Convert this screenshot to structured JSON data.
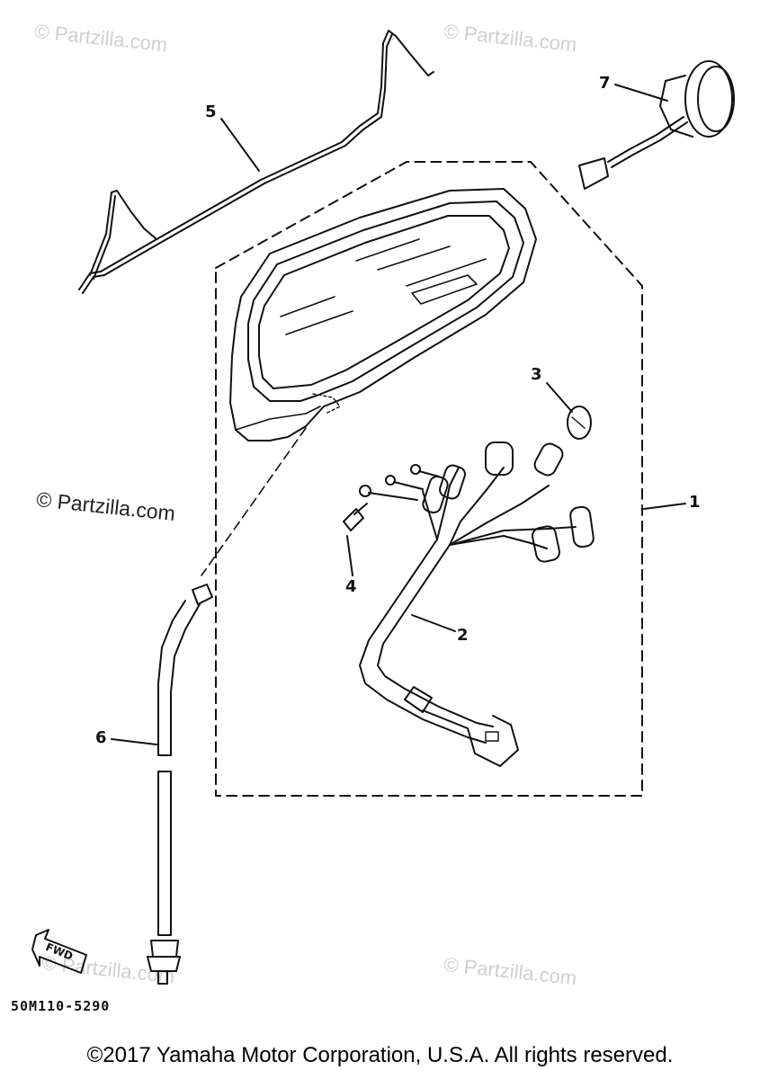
{
  "watermarks": {
    "top_left": "© Partzilla.com",
    "top_right": "© Partzilla.com",
    "mid_left": "© Partzilla.com",
    "bottom_left": "© Partzilla.com",
    "bottom_right": "© Partzilla.com"
  },
  "callouts": {
    "c1": "1",
    "c2": "2",
    "c3": "3",
    "c4": "4",
    "c5": "5",
    "c6": "6",
    "c7": "7"
  },
  "direction_arrow": {
    "label": "FWD"
  },
  "diagram_code": "50M110-5290",
  "copyright": "©2017 Yamaha Motor Corporation, U.S.A. All rights reserved."
}
